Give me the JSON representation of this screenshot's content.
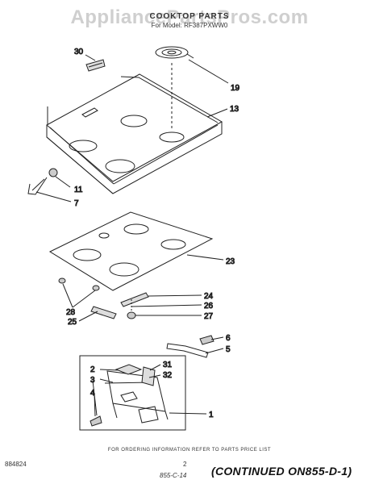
{
  "watermark": "AppliancePartsPros.com",
  "header": {
    "title": "COOKTOP PARTS",
    "model": "For Model: RF387PXWW0"
  },
  "callouts": {
    "n30": "30",
    "n19": "19",
    "n13": "13",
    "n11": "11",
    "n7": "7",
    "n23": "23",
    "n24": "24",
    "n26": "26",
    "n27": "27",
    "n28": "28",
    "n25": "25",
    "n6": "6",
    "n5": "5",
    "n2": "2",
    "n3": "3",
    "n4": "4",
    "n31": "31",
    "n32": "32",
    "n1": "1"
  },
  "footer": {
    "ordering_note": "FOR ORDERING INFORMATION REFER TO PARTS PRICE LIST",
    "doc_number": "884824",
    "page_number": "2",
    "handwritten_note": "855-C-14",
    "continued": "(CONTINUED ON855-D-1)"
  }
}
